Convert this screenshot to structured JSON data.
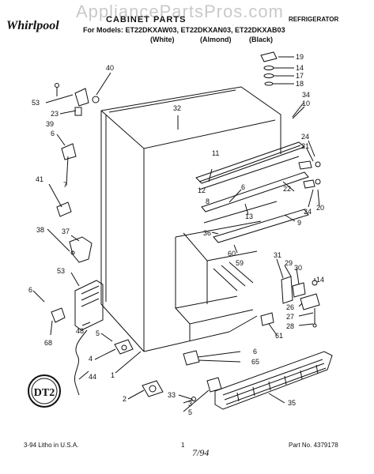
{
  "watermark": "AppliancePartsPros.com",
  "brand": "Whirlpool",
  "header": {
    "title": "CABINET PARTS",
    "category": "REFRIGERATOR",
    "models_line": "For Models: ET22DKXAW03, ET22DKXAN03, ET22DKXAB03",
    "colors": [
      "(White)",
      "(Almond)",
      "(Black)"
    ]
  },
  "badge_text": "DT2",
  "callouts": {
    "c19": "19",
    "c14a": "14",
    "c17": "17",
    "c18": "18",
    "c34": "34",
    "c10": "10",
    "c40": "40",
    "c53a": "53",
    "c23": "23",
    "c39": "39",
    "c6a": "6",
    "c32": "32",
    "c11": "11",
    "c24a": "24",
    "c21": "21",
    "c22": "22",
    "c12": "12",
    "c8": "8",
    "c6b": "6",
    "c41": "41",
    "c7": "7",
    "c13": "13",
    "c9": "9",
    "c24b": "24",
    "c20": "20",
    "c36": "36",
    "c38": "38",
    "c37": "37",
    "c60": "60",
    "c59": "59",
    "c31": "31",
    "c29": "29",
    "c30": "30",
    "c14b": "14",
    "c53b": "53",
    "c26": "26",
    "c27": "27",
    "c28": "28",
    "c61": "61",
    "c6c": "6",
    "c68": "68",
    "c48": "48",
    "c5a": "5",
    "c4": "4",
    "c44": "44",
    "c1": "1",
    "c6d": "6",
    "c65": "65",
    "c2": "2",
    "c33": "33",
    "c3": "3",
    "c5b": "5",
    "c35": "35"
  },
  "footer": {
    "left": "3-94 Litho in U.S.A.",
    "page_number": "1",
    "part_number": "Part No. 4379178",
    "handwritten": "7/94"
  }
}
